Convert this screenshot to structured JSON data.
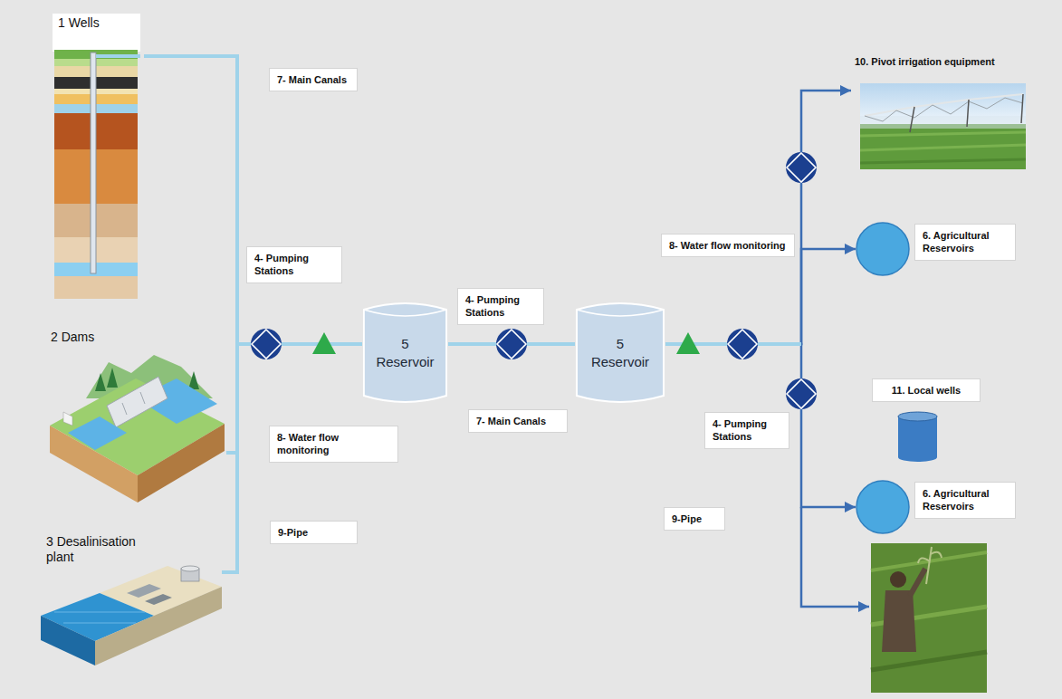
{
  "diagram": {
    "nodes": [
      {
        "text": [
          "1 Wells"
        ]
      },
      {
        "text": [
          "2 Dams"
        ]
      },
      {
        "text": [
          "3 Desalinisation plant"
        ]
      },
      {
        "text": [
          "5 Reservoir"
        ]
      },
      {
        "text": [
          "5 Reservoir"
        ]
      },
      {
        "text": [
          "10. Pivot irrigation equipment"
        ]
      },
      {
        "text": [
          "6. Agricultural Reservoirs"
        ]
      },
      {
        "text": [
          "11. Local wells"
        ]
      },
      {
        "text": [
          "6. Agricultural Reservoirs"
        ]
      }
    ],
    "edges": [
      {
        "from": 0,
        "to": 3,
        "arrow": "none"
      },
      {
        "from": 1,
        "to": 3,
        "arrow": "none"
      },
      {
        "from": 2,
        "to": 3,
        "arrow": "none"
      },
      {
        "from": 3,
        "to": 4,
        "arrow": "none"
      },
      {
        "from": 4,
        "to": 5,
        "arrow": "to"
      },
      {
        "from": 4,
        "to": 6,
        "arrow": "to"
      },
      {
        "from": 4,
        "to": 8,
        "arrow": "to"
      }
    ],
    "labels": [
      "7- Main Canals",
      "4- Pumping Stations",
      "4- Pumping Stations",
      "8- Water flow monitoring",
      "7- Main Canals",
      "8- Water flow monitoring",
      "4- Pumping Stations",
      "9-Pipe",
      "9-Pipe"
    ]
  }
}
